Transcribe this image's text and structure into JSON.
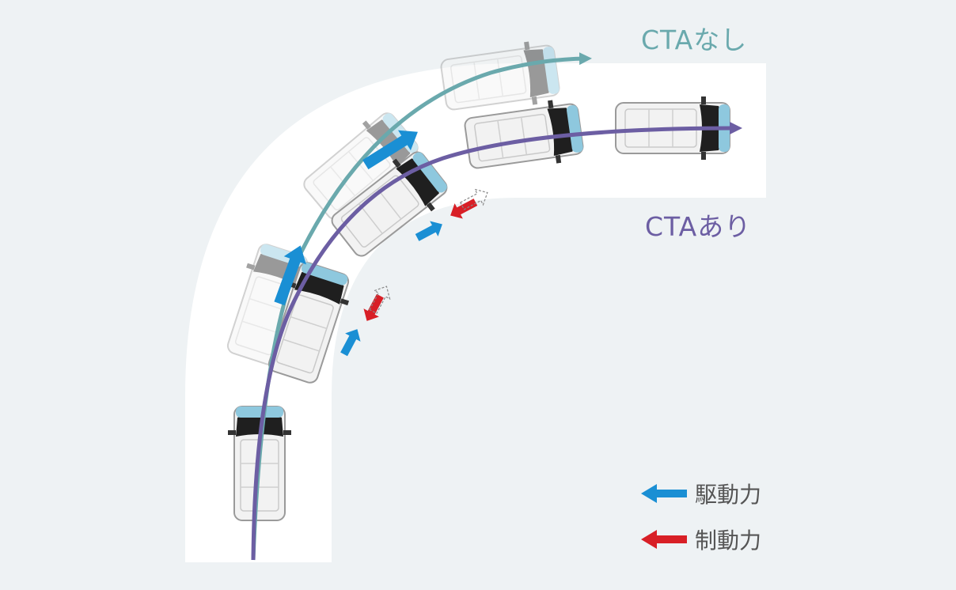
{
  "paths": {
    "without_cta": {
      "label": "CTAなし",
      "color": "#6aa9ad"
    },
    "with_cta": {
      "label": "CTAあり",
      "color": "#6c5ea3"
    }
  },
  "legend": {
    "drive_force": {
      "label": "駆動力",
      "color": "#1a8fd4"
    },
    "brake_force": {
      "label": "制動力",
      "color": "#d81f26"
    }
  },
  "colors": {
    "background": "#eef2f4",
    "road": "#ffffff",
    "car_body": "#eeeeee",
    "car_glass": "#222222",
    "car_accent": "#8ec8de"
  },
  "icons": [
    "car-icon",
    "arrow-icon"
  ]
}
